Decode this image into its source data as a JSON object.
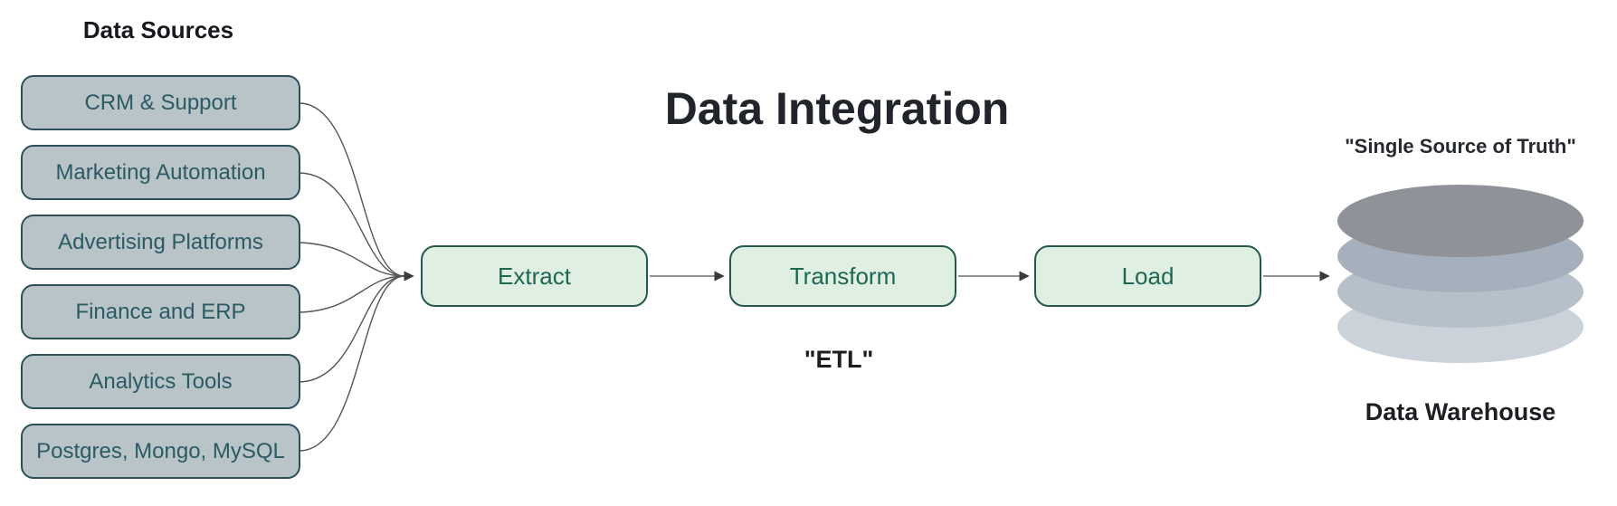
{
  "title": "Data Integration",
  "etl_caption": "\"ETL\"",
  "data_sources": {
    "label": "Data Sources",
    "items": [
      "CRM & Support",
      "Marketing Automation",
      "Advertising Platforms",
      "Finance and ERP",
      "Analytics Tools",
      "Postgres, Mongo, MySQL"
    ]
  },
  "pipeline": {
    "stages": [
      "Extract",
      "Transform",
      "Load"
    ]
  },
  "warehouse": {
    "caption": "\"Single Source of Truth\"",
    "label": "Data Warehouse",
    "disk_colors": [
      "#909299",
      "#a6b0bd",
      "#b6c0ca",
      "#cbd2d9"
    ]
  },
  "colors": {
    "source_box_fill": "#b9c4c9",
    "source_box_border": "#2e4f58",
    "source_box_text": "#2b5a63",
    "stage_box_fill": "#dff0e2",
    "stage_box_border": "#24594c",
    "stage_box_text": "#1e6753",
    "edge_line": "#565656",
    "heading_text": "#1c1e22"
  }
}
